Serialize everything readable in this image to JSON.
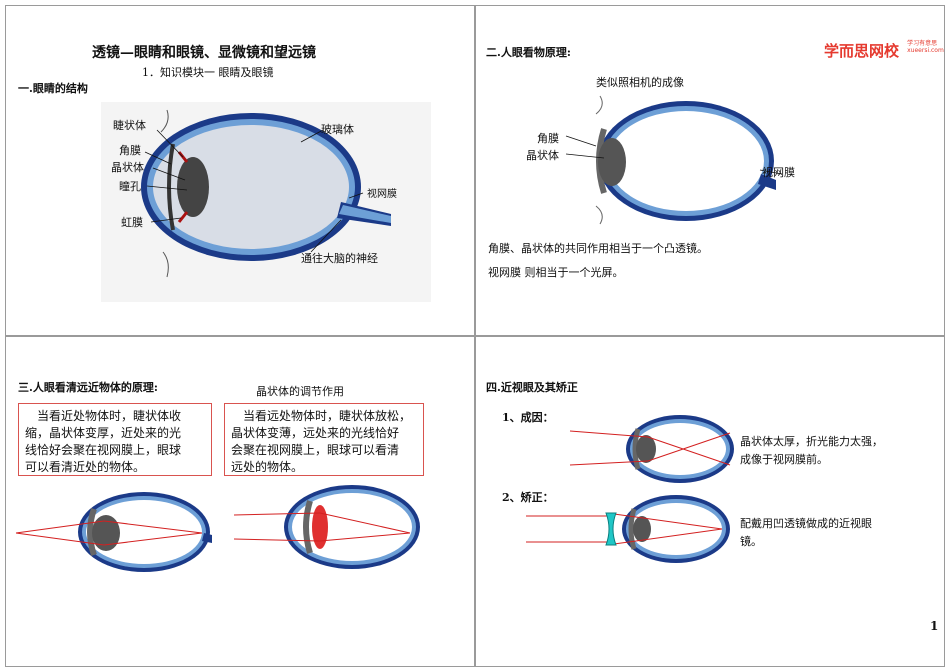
{
  "p1": {
    "title": "透镜—眼睛和眼镜、显微镜和望远镜",
    "subtitle": "1．知识模块一  眼睛及眼镜",
    "section": "一.眼睛的结构",
    "labels": {
      "ciliary": "睫状体",
      "cornea": "角膜",
      "lens": "晶状体",
      "pupil": "瞳孔",
      "iris": "虹膜",
      "vitreous": "玻璃体",
      "retina": "视网膜",
      "nerve": "通往大脑的神经"
    }
  },
  "p2": {
    "section": "二.人眼看物原理:",
    "logo_main": "学而思网校",
    "logo_sub1": "学习有意思",
    "logo_sub2": "xueersi.com",
    "caption": "类似照相机的成像",
    "labels": {
      "cornea": "角膜",
      "lens": "晶状体",
      "retina": "视网膜"
    },
    "line1": "角膜、晶状体的共同作用相当于一个凸透镜。",
    "line2": "视网膜 则相当于一个光屏。"
  },
  "p3": {
    "section": "三.人眼看清远近物体的原理:",
    "caption": "晶状体的调节作用",
    "box1": [
      "　当看近处物体时，睫状体收",
      "缩，晶状体变厚，近处来的光",
      "线恰好会聚在视网膜上，眼球",
      "可以看清近处的物体。"
    ],
    "box2": [
      "　当看远处物体时，睫状体放松，",
      "晶状体变薄，远处来的光线恰好",
      "会聚在视网膜上，眼球可以看清",
      "远处的物体。"
    ]
  },
  "p4": {
    "section": "四.近视眼及其矫正",
    "cause_label": "1、成因：",
    "cause_text": [
      "晶状体太厚，折光能力太强，",
      "成像于视网膜前。"
    ],
    "fix_label": "2、矫正：",
    "fix_text": [
      "配戴用凹透镜做成的近视眼",
      "镜。"
    ]
  },
  "page_number": "1"
}
